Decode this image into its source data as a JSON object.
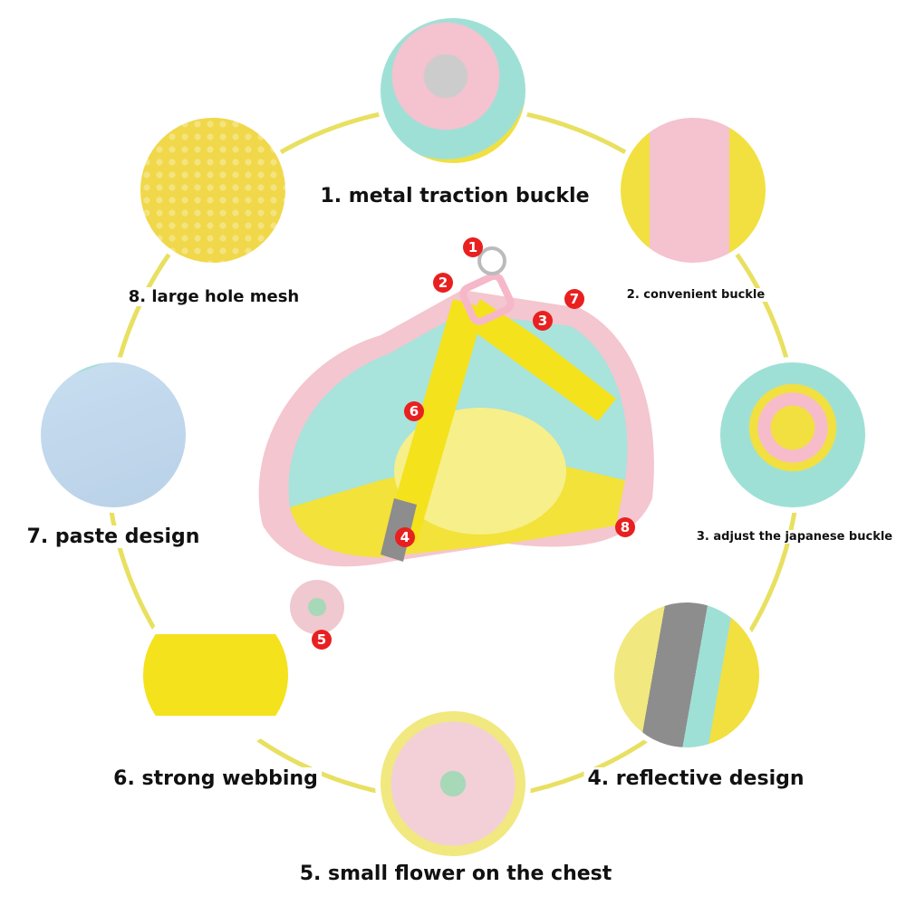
{
  "features": [
    {
      "num": "1",
      "label": "1. metal traction buckle",
      "icon": "metal-buckle-photo"
    },
    {
      "num": "2",
      "label": "2. convenient buckle",
      "icon": "side-release-buckle-photo"
    },
    {
      "num": "3",
      "label": "3. adjust the japanese buckle",
      "icon": "square-buckle-photo"
    },
    {
      "num": "4",
      "label": "4. reflective design",
      "icon": "reflective-strip-photo"
    },
    {
      "num": "5",
      "label": "5. small flower on the chest",
      "icon": "flower-photo"
    },
    {
      "num": "6",
      "label": "6. strong webbing",
      "icon": "webbing-photo"
    },
    {
      "num": "7",
      "label": "7. paste design",
      "icon": "paste-fabric-photo"
    },
    {
      "num": "8",
      "label": "8. large hole mesh",
      "icon": "mesh-photo"
    }
  ],
  "colors": {
    "ring": "#e8e060",
    "badge": "#e82020",
    "yellow": "#f2e23a",
    "pink": "#f4c6cf",
    "mint": "#a8e3dc",
    "grey": "#8d8d8d"
  }
}
